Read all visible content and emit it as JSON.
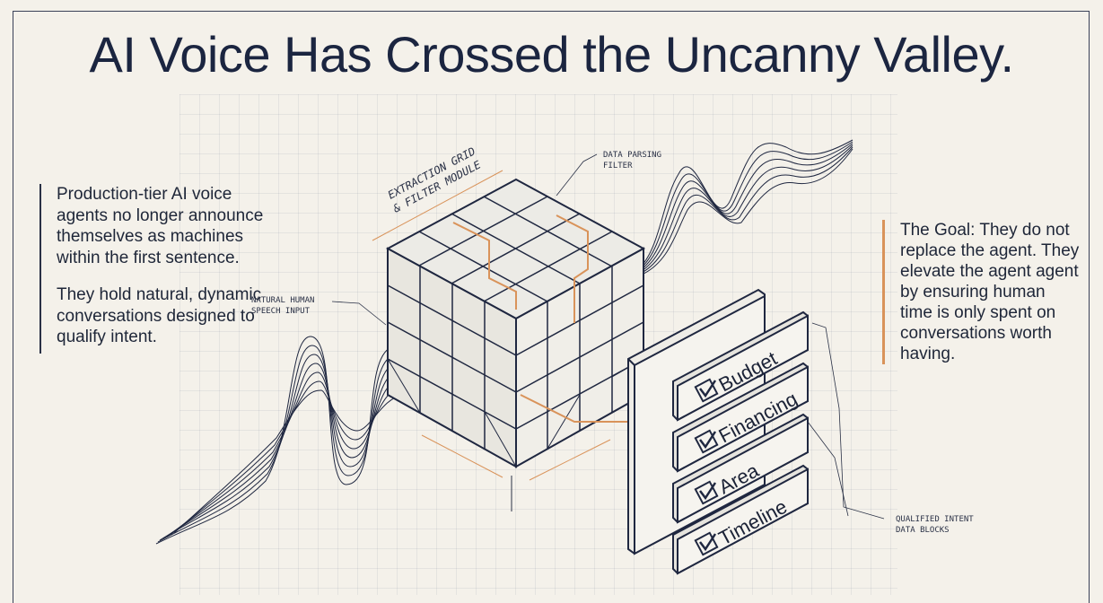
{
  "title": "AI Voice Has Crossed the Uncanny Valley.",
  "left_text": {
    "paragraph1": "Production-tier AI voice agents no longer announce themselves as machines within the first sentence.",
    "paragraph2": "They hold natural, dynamic conversations designed to qualify intent."
  },
  "right_text": {
    "paragraph": "The Goal: They do not replace the agent. They elevate the agent agent by ensuring human time is only spent on conversations worth having."
  },
  "labels": {
    "extraction_line1": "EXTRACTION GRID",
    "extraction_line2": "& FILTER MODULE",
    "data_parsing_line1": "DATA PARSING",
    "data_parsing_line2": "FILTER",
    "speech_line1": "NATURAL HUMAN",
    "speech_line2": "SPEECH INPUT",
    "qualified_line1": "QUALIFIED INTENT",
    "qualified_line2": "DATA BLOCKS"
  },
  "data_blocks": [
    "Budget",
    "Financing",
    "Area",
    "Timeline"
  ],
  "colors": {
    "ink": "#1b2540",
    "accent": "#d9935a",
    "paper": "#f4f1ea"
  }
}
